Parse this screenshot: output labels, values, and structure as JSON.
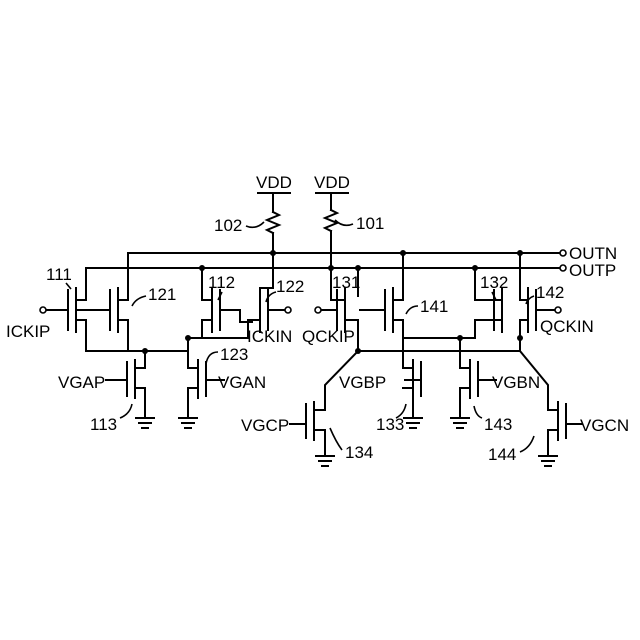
{
  "supply": {
    "vdd_left": "VDD",
    "vdd_right": "VDD"
  },
  "outputs": {
    "outn": "OUTN",
    "outp": "OUTP"
  },
  "inputs": {
    "ickip": "ICKIP",
    "ickin": "ICKIN",
    "qckip": "QCKIP",
    "qckin": "QCKIN"
  },
  "bias": {
    "vgap": "VGAP",
    "vgan": "VGAN",
    "vgbp": "VGBP",
    "vgbn": "VGBN",
    "vgcp": "VGCP",
    "vgcn": "VGCN"
  },
  "refs": {
    "r102": "102",
    "r101": "101",
    "t111": "111",
    "t121": "121",
    "t112": "112",
    "t122": "122",
    "t123": "123",
    "t113": "113",
    "t131": "131",
    "t141": "141",
    "t132": "132",
    "t142": "142",
    "t133": "133",
    "t143": "143",
    "t134": "134",
    "t144": "144"
  }
}
